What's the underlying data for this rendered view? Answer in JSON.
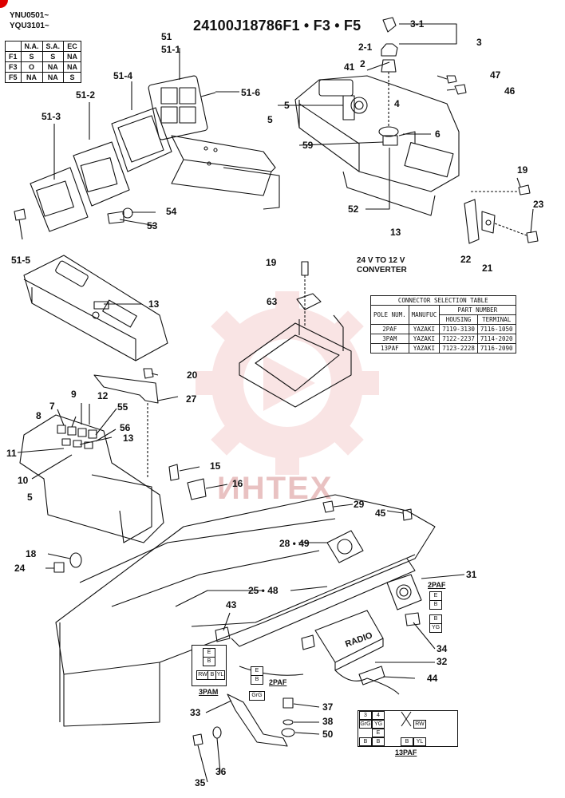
{
  "serials": [
    "YNU0501~",
    "YQU3101~"
  ],
  "title": "24100J18786F1 • F3 • F5",
  "spec_table": {
    "headers": [
      "",
      "N.A.",
      "S.A.",
      "EC"
    ],
    "rows": [
      [
        "F1",
        "S",
        "S",
        "NA"
      ],
      [
        "F3",
        "O",
        "NA",
        "NA"
      ],
      [
        "F5",
        "NA",
        "NA",
        "S"
      ]
    ]
  },
  "callouts": {
    "c3_1": "3-1",
    "c3": "3",
    "c2_1": "2-1",
    "c2": "2",
    "c41": "41",
    "c47": "47",
    "c46": "46",
    "c5a": "5",
    "c5b": "5",
    "c4": "4",
    "c6": "6",
    "c59": "59",
    "c52": "52",
    "c13a": "13",
    "c19a": "19",
    "c23": "23",
    "c22": "22",
    "c21": "21",
    "c51": "51",
    "c51_1": "51-1",
    "c51_4": "51-4",
    "c51_2": "51-2",
    "c51_3": "51-3",
    "c51_6": "51-6",
    "c54": "54",
    "c53": "53",
    "c51_5": "51-5",
    "c13b": "13",
    "c19b": "19",
    "c63": "63",
    "c20": "20",
    "c27": "27",
    "c9": "9",
    "c12": "12",
    "c7": "7",
    "c8": "8",
    "c55": "55",
    "c56": "56",
    "c13c": "13",
    "c11": "11",
    "c10": "10",
    "c5c": "5",
    "c15": "15",
    "c16": "16",
    "c29": "29",
    "c45": "45",
    "c28_49": "28 • 49",
    "c31": "31",
    "c18": "18",
    "c24": "24",
    "c25_48": "25 • 48",
    "c43": "43",
    "c34": "34",
    "c32": "32",
    "c44": "44",
    "c33": "33",
    "c37": "37",
    "c38": "38",
    "c50": "50",
    "c35": "35",
    "c36": "36"
  },
  "converter_label": [
    "24 V TO 12 V",
    "CONVERTER"
  ],
  "radio_label": "RADIO",
  "connector_table": {
    "title": "CONNECTOR SELECTION TABLE",
    "col_pole": "POLE NUM.",
    "col_manuf": "MANUFUC",
    "col_part": "PART NUMBER",
    "col_housing": "HOUSING",
    "col_terminal": "TERMINAL",
    "rows": [
      [
        "2PAF",
        "YAZAKI",
        "7119-3130",
        "7116-1050"
      ],
      [
        "3PAM",
        "YAZAKI",
        "7122-2237",
        "7114-2020"
      ],
      [
        "13PAF",
        "YAZAKI",
        "7123-2228",
        "7116-2090"
      ]
    ]
  },
  "plugs": {
    "p2paf_right": {
      "label": "2PAF",
      "cells": [
        "E",
        "B",
        "B",
        "YG"
      ]
    },
    "p3pam": {
      "label": "3PAM",
      "cells": [
        "E",
        "B",
        "RW",
        "B",
        "YL"
      ]
    },
    "p2paf_mid": {
      "label": "2PAF",
      "cells": [
        "E",
        "B",
        "GrG"
      ]
    },
    "p13paf": {
      "label": "13PAF",
      "row1": [
        "3",
        "4",
        "",
        "RW",
        ""
      ],
      "row2": [
        "GrG",
        "YG",
        "",
        "",
        ""
      ],
      "row3": [
        "E",
        "",
        "",
        "",
        ""
      ],
      "row4": [
        "B",
        "B",
        "B",
        "YL",
        ""
      ]
    }
  },
  "watermark_text": "ИНТЕХ"
}
